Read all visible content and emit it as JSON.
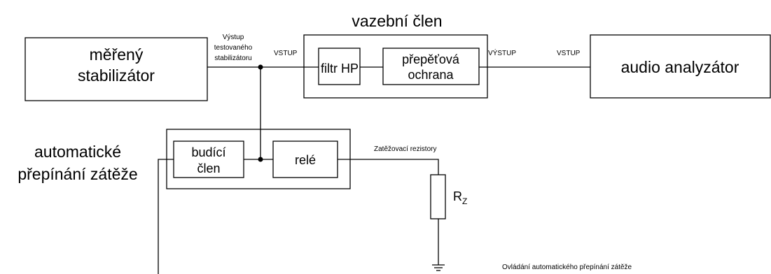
{
  "blocks": {
    "stabilizer": [
      "měřený",
      "stabilizátor"
    ],
    "coupling_title": "vazební člen",
    "filter": "filtr HP",
    "protection": [
      "přepěťová",
      "ochrana"
    ],
    "analyzer": "audio analyzátor",
    "switching_title": [
      "automatické",
      "přepínání zátěže"
    ],
    "driver": [
      "budící",
      "člen"
    ],
    "relay": "relé"
  },
  "labels": {
    "stabilizer_output": [
      "Výstup",
      "testovaného",
      "stabilizátoru"
    ],
    "coupling_input": "VSTUP",
    "coupling_output": "VÝSTUP",
    "analyzer_input": "VSTUP",
    "load_resistors": "Zatěžovací rezistory",
    "resistor_name": "R",
    "resistor_subscript": "Z",
    "control_note": "Ovládání automatického přepínání zátěže"
  },
  "colors": {
    "line": "#000000",
    "background": "#ffffff"
  }
}
